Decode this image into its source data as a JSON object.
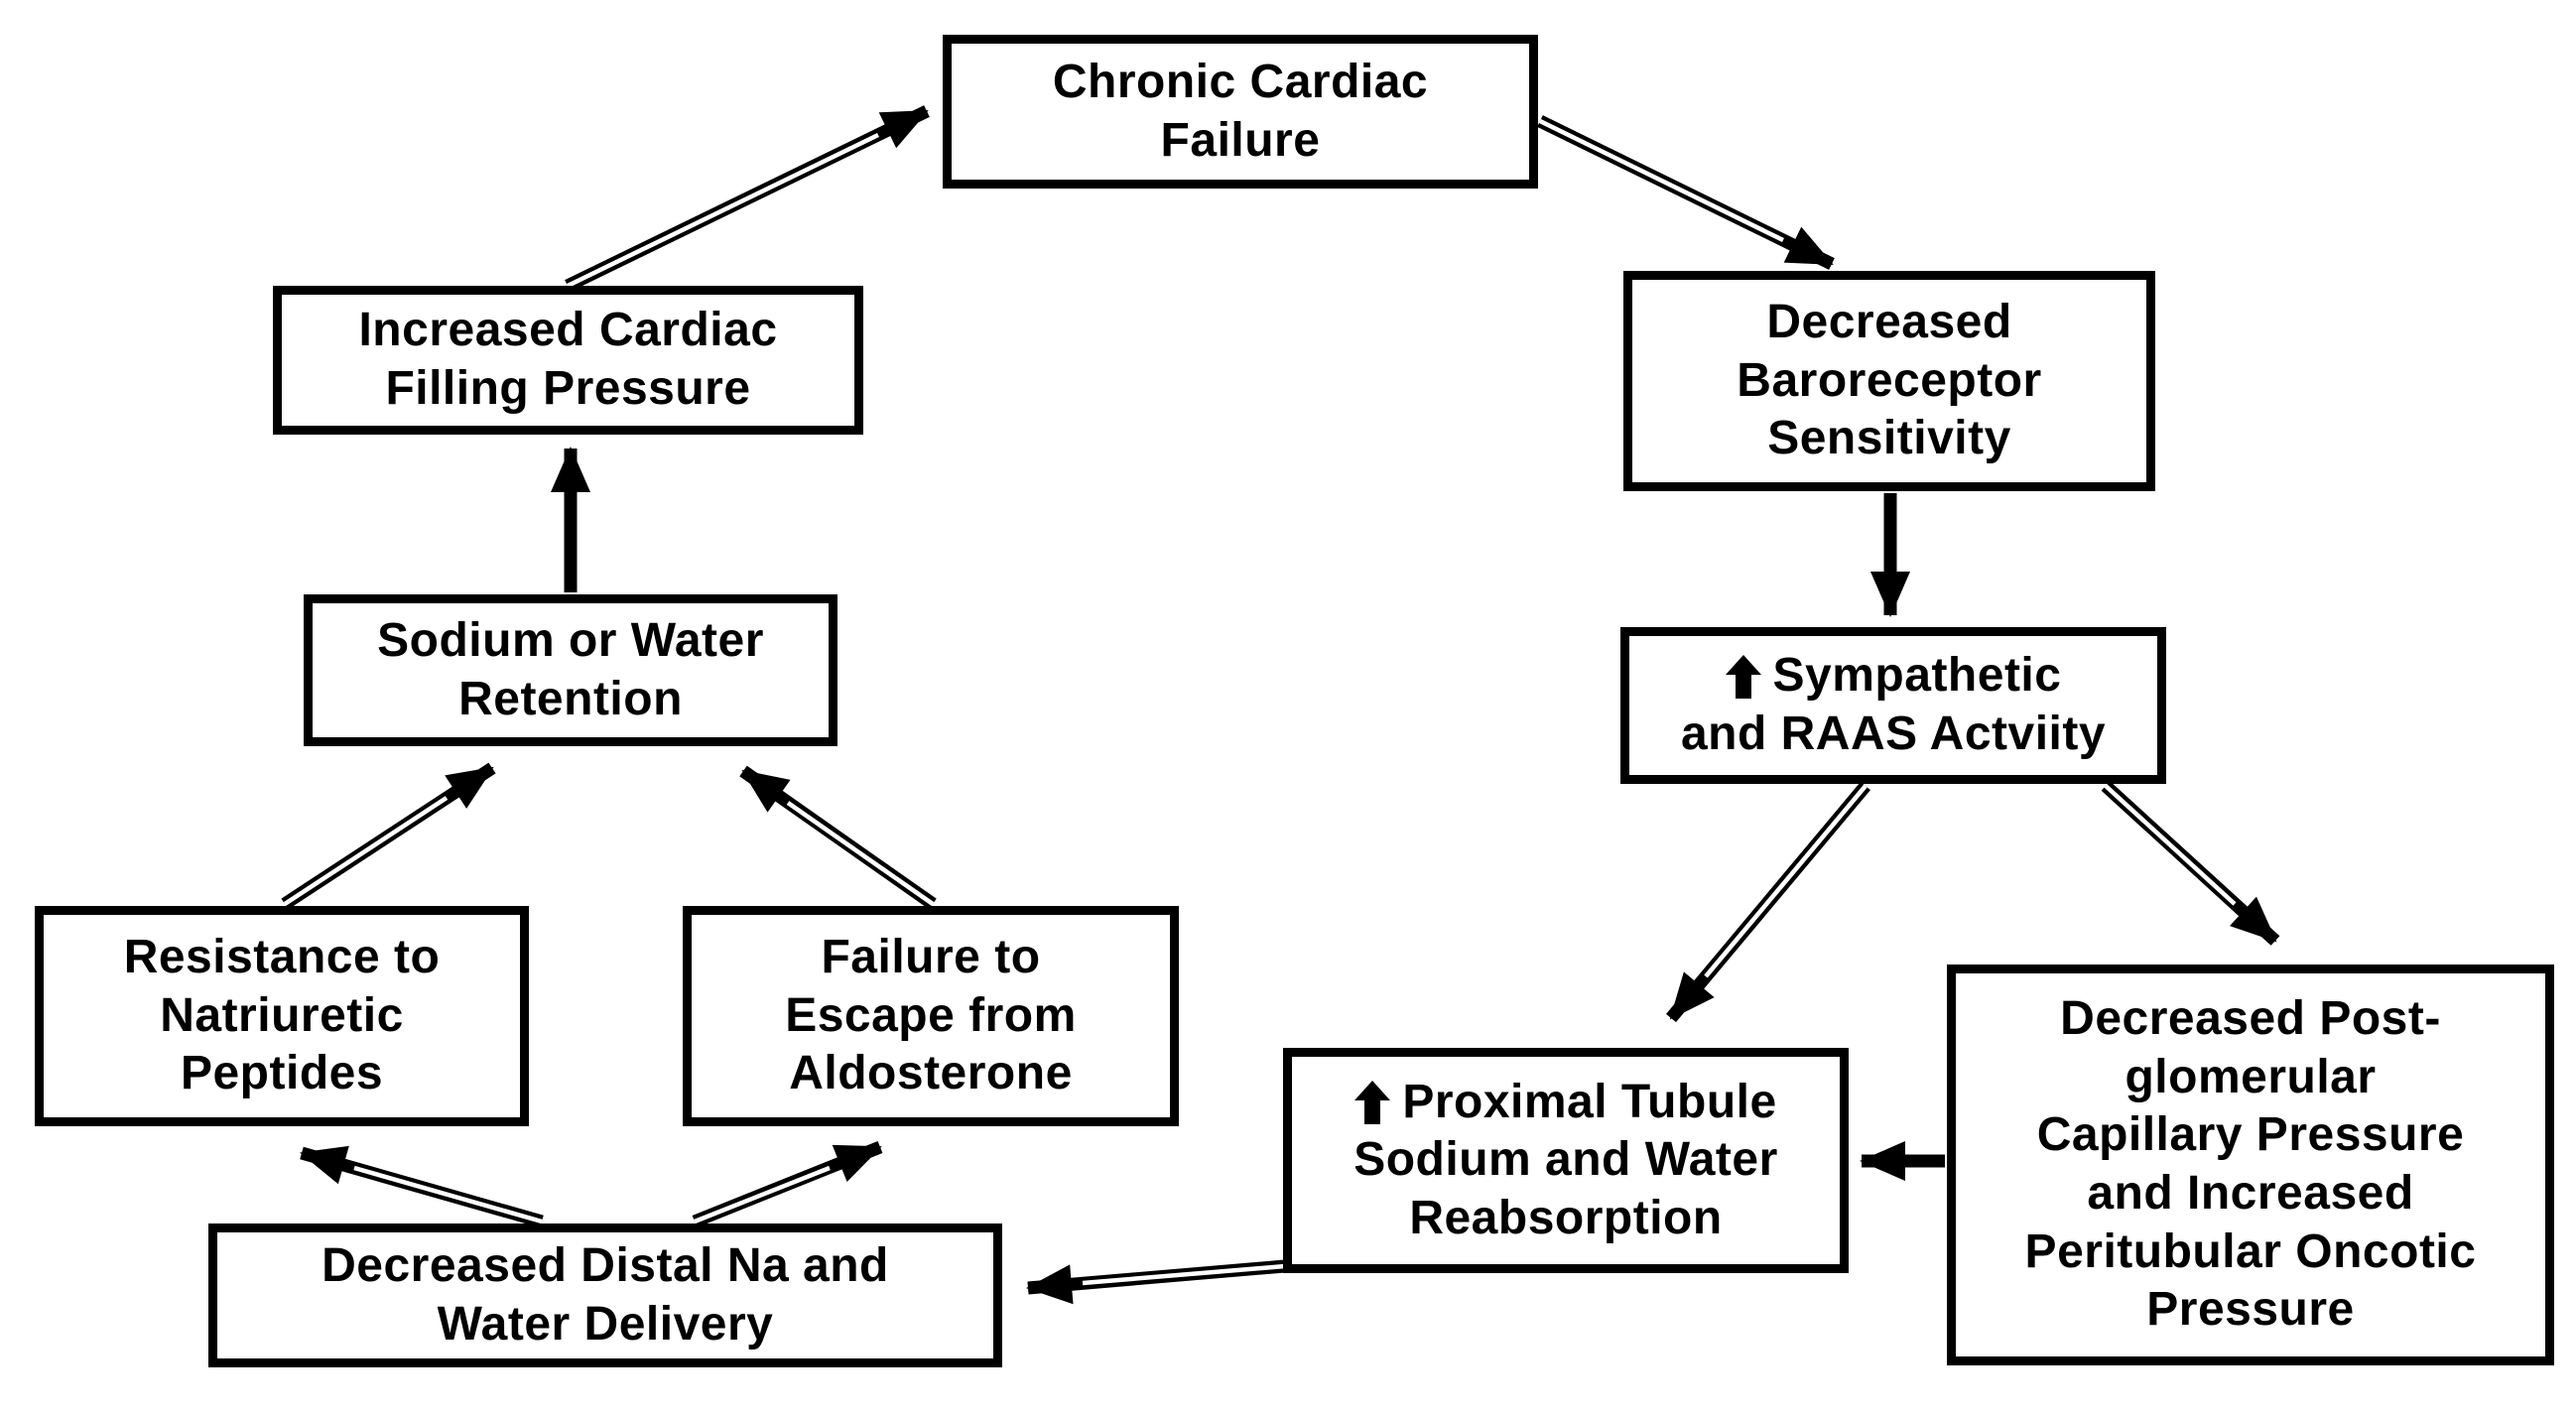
{
  "diagram": {
    "type": "flowchart",
    "background_color": "#ffffff",
    "box_border_color": "#000000",
    "box_fill_color": "#ffffff",
    "text_color": "#000000",
    "arrow_color": "#000000",
    "increase_icon": "increase-arrow-icon"
  },
  "nodes": {
    "chronic": {
      "id": "chronic-cardiac-failure",
      "lines": [
        "Chronic Cardiac",
        "Failure"
      ]
    },
    "baroreceptor": {
      "id": "decreased-baroreceptor-sensitivity",
      "lines": [
        "Decreased",
        "Baroreceptor",
        "Sensitivity"
      ]
    },
    "sympathetic": {
      "id": "increased-sympathetic-and-raas-activity",
      "icon": "increase-arrow",
      "lines": [
        "Sympathetic",
        "and RAAS Actviity"
      ]
    },
    "postglomerular": {
      "id": "decreased-postglomerular-capillary-pressure",
      "lines": [
        "Decreased Post-",
        "glomerular",
        "Capillary Pressure",
        "and Increased",
        "Peritubular Oncotic",
        "Pressure"
      ]
    },
    "proximal": {
      "id": "increased-proximal-tubule-sodium-water-reabsorption",
      "icon": "increase-arrow",
      "lines": [
        "Proximal Tubule",
        "Sodium and Water",
        "Reabsorption"
      ]
    },
    "distal": {
      "id": "decreased-distal-na-and-water-delivery",
      "lines": [
        "Decreased Distal Na and",
        "Water Delivery"
      ]
    },
    "resistance": {
      "id": "resistance-to-natriuretic-peptides",
      "lines": [
        "Resistance to",
        "Natriuretic",
        "Peptides"
      ]
    },
    "failure": {
      "id": "failure-to-escape-from-aldosterone",
      "lines": [
        "Failure to",
        "Escape from",
        "Aldosterone"
      ]
    },
    "sodium": {
      "id": "sodium-or-water-retention",
      "lines": [
        "Sodium or Water",
        "Retention"
      ]
    },
    "filling": {
      "id": "increased-cardiac-filling-pressure",
      "lines": [
        "Increased Cardiac",
        "Filling Pressure"
      ]
    }
  },
  "edges": [
    {
      "from": "filling",
      "to": "chronic"
    },
    {
      "from": "chronic",
      "to": "baroreceptor"
    },
    {
      "from": "baroreceptor",
      "to": "sympathetic"
    },
    {
      "from": "sympathetic",
      "to": "proximal"
    },
    {
      "from": "sympathetic",
      "to": "postglomerular"
    },
    {
      "from": "postglomerular",
      "to": "proximal"
    },
    {
      "from": "proximal",
      "to": "distal"
    },
    {
      "from": "distal",
      "to": "resistance"
    },
    {
      "from": "distal",
      "to": "failure"
    },
    {
      "from": "resistance",
      "to": "sodium"
    },
    {
      "from": "failure",
      "to": "sodium"
    },
    {
      "from": "sodium",
      "to": "filling"
    }
  ]
}
